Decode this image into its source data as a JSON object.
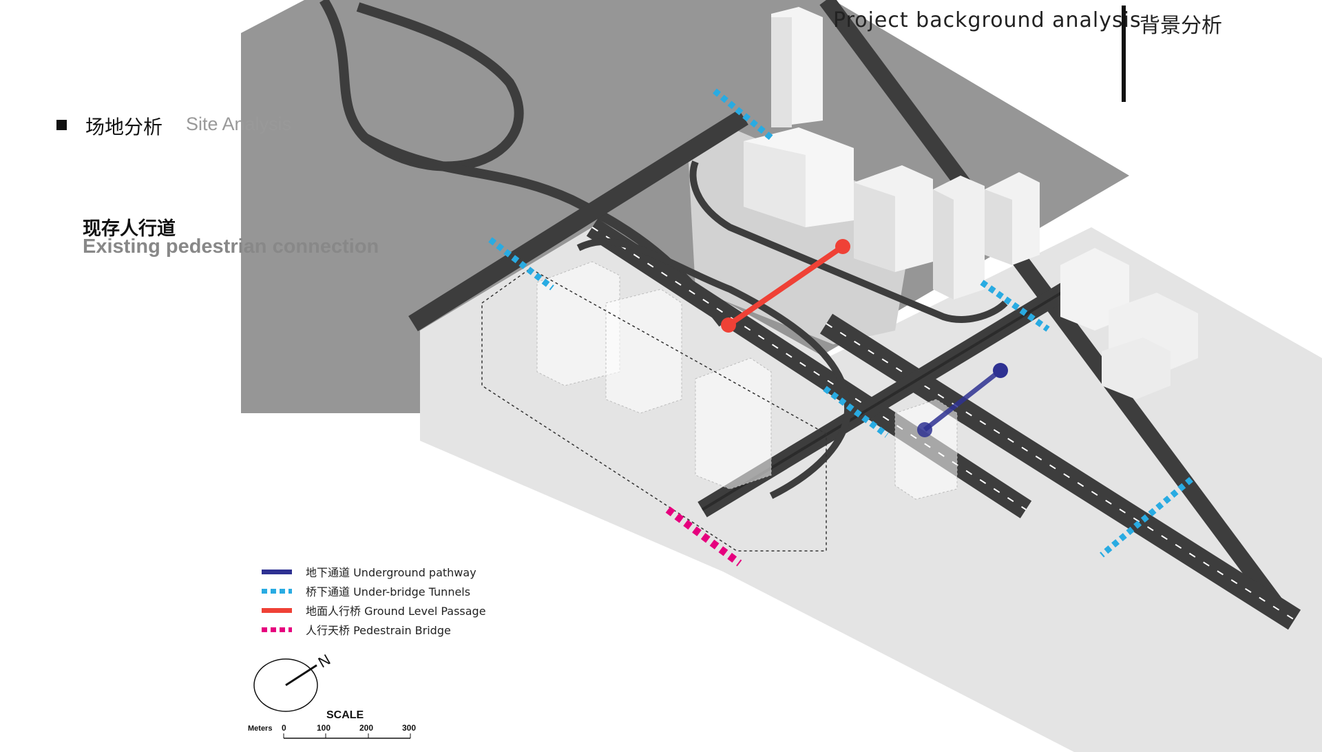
{
  "header": {
    "title_en": "Project background  analysis",
    "title_cn": "背景分析"
  },
  "section": {
    "title_cn": "场地分析",
    "title_en": "Site Analysis"
  },
  "topic": {
    "title_cn": "现存人行道",
    "title_en": "Existing pedestrian connection"
  },
  "legend": {
    "items": [
      {
        "label": "地下通道 Underground pathway",
        "color": "#2e3192",
        "style": "solid"
      },
      {
        "label": "桥下通道 Under-bridge Tunnels",
        "color": "#29abe2",
        "style": "dotted"
      },
      {
        "label": "地面人行桥 Ground Level Passage",
        "color": "#ef4136",
        "style": "solid"
      },
      {
        "label": "人行天桥 Pedestrain Bridge",
        "color": "#e6007e",
        "style": "dotted"
      }
    ]
  },
  "compass": {
    "north_label": "N"
  },
  "scale": {
    "title": "SCALE",
    "unit_label": "Meters",
    "ticks": [
      "0",
      "100",
      "200",
      "300"
    ]
  },
  "colors": {
    "underground": "#2e3192",
    "under_bridge": "#29abe2",
    "ground_passage": "#ef4136",
    "pedestrian_bridge": "#e6007e",
    "road": "#3d3d3d",
    "dark_ground": "#969696",
    "light_ground": "#e4e4e4"
  }
}
